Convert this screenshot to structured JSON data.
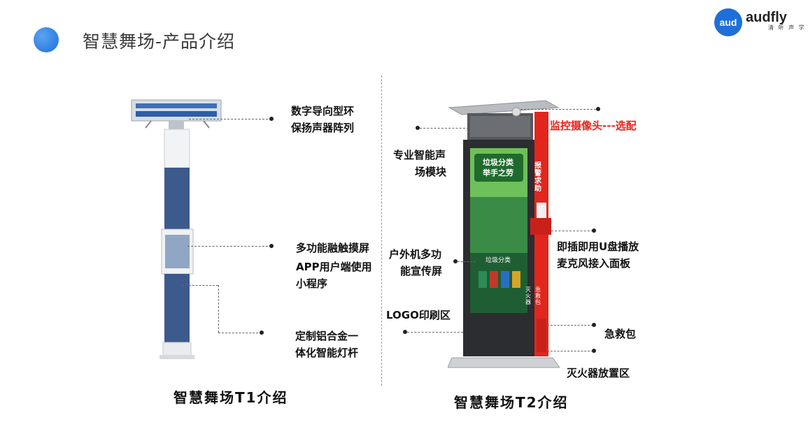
{
  "header": {
    "title": "智慧舞场-产品介绍",
    "logo_badge": "aud",
    "logo_name": "audfly",
    "logo_sub": "清 听 声 学"
  },
  "t1": {
    "caption": "智慧舞场T1介绍",
    "labels": {
      "speaker_1": "数字导向型环",
      "speaker_2": "保扬声器阵列",
      "touch_1": "多功能融触摸屏",
      "touch_2": "APP用户端使用",
      "touch_3": "小程序",
      "pole_1": "定制铝合金一",
      "pole_2": "体化智能灯杆"
    }
  },
  "t2": {
    "caption": "智慧舞场T2介绍",
    "labels": {
      "camera": "监控摄像头---选配",
      "sound_1": "专业智能声",
      "sound_2": "场模块",
      "usb_1": "即插即用U盘播放",
      "usb_2": "麦克风接入面板",
      "screen_1": "户外机多功",
      "screen_2": "能宣传屏",
      "logo_area": "LOGO印刷区",
      "first_aid": "急救包",
      "extinguisher": "灭火器放置区"
    },
    "device_text": {
      "alarm": "报警求助",
      "aid": "急救包",
      "fire": "灭火器",
      "screen_top_1": "垃圾分类",
      "screen_top_2": "举手之劳",
      "screen_bottom": "垃圾分类"
    }
  },
  "colors": {
    "accent_blue": "#2f7fe0",
    "highlight_red": "#e8231c",
    "pole_blue": "#3d5a8c",
    "kiosk_red": "#e2261e"
  }
}
